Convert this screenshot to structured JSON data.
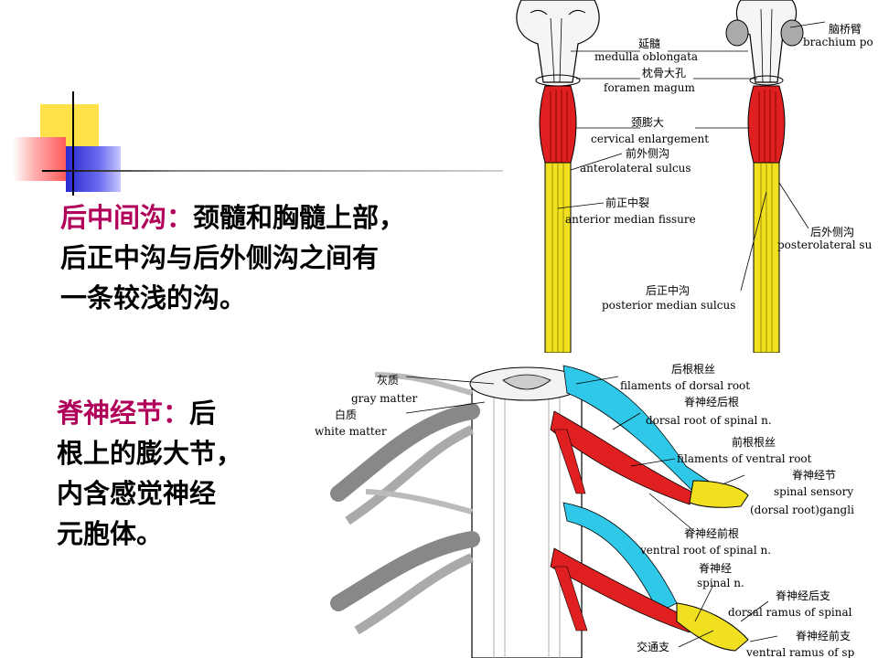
{
  "slide": {
    "block1": {
      "term": "后中间沟：",
      "line1": "颈髓和胸髓上部，",
      "line2": "后正中沟与后外侧沟之间有",
      "line3": "一条较浅的沟。"
    },
    "block2": {
      "term": "脊神经节：",
      "line1_rest": "后",
      "line2": "根上的膨大节，",
      "line3": "内含感觉神经",
      "line4": "元胞体。"
    }
  },
  "figure_top": {
    "labels": [
      {
        "zh": "延髓",
        "en": "medulla oblongata"
      },
      {
        "zh": "枕骨大孔",
        "en": "foramen magum"
      },
      {
        "zh": "颈膨大",
        "en": "cervical enlargement"
      },
      {
        "zh": "前外侧沟",
        "en": "anterolateral sulcus"
      },
      {
        "zh": "前正中裂",
        "en": "anterior median fissure"
      },
      {
        "zh": "后正中沟",
        "en": "posterior median sulcus"
      },
      {
        "zh": "脑桥臂",
        "en": "brachium po"
      },
      {
        "zh": "后外侧沟",
        "en": "posterolateral su"
      }
    ]
  },
  "figure_bottom": {
    "labels": [
      {
        "zh": "灰质",
        "en": "gray matter"
      },
      {
        "zh": "白质",
        "en": "white matter"
      },
      {
        "zh": "后根根丝",
        "en": "filaments of dorsal root"
      },
      {
        "zh": "脊神经后根",
        "en": "dorsal root of spinal n."
      },
      {
        "zh": "前根根丝",
        "en": "filaments of ventral root"
      },
      {
        "zh": "脊神经节",
        "en": "spinal sensory"
      },
      {
        "zh": "",
        "en": "(dorsal root)gangli"
      },
      {
        "zh": "脊神经前根",
        "en": "ventral root of spinal n."
      },
      {
        "zh": "脊神经",
        "en": "spinal n."
      },
      {
        "zh": "脊神经后支",
        "en": "dorsal ramus of spinal"
      },
      {
        "zh": "脊神经前支",
        "en": "ventral ramus of sp"
      },
      {
        "zh": "交通支",
        "en": ""
      }
    ]
  },
  "colors": {
    "term": "#b0005a",
    "red": "#e02020",
    "yellow": "#f0e020",
    "cyan": "#30c8e8",
    "deco_yellow": "#ffe14a",
    "deco_blue": "#3a3ad8",
    "deco_red": "#ff6a6a"
  }
}
